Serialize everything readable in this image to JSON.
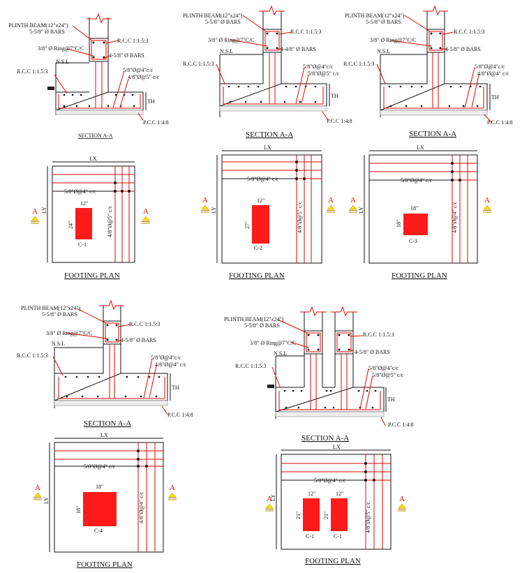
{
  "colors": {
    "line": "#111111",
    "rebar": "#e10600",
    "column_fill": "#ff1a1a",
    "marker": "#ffe000",
    "pcc": "#eeeeee"
  },
  "sections": [
    {
      "title": "SECTION A-A",
      "plinth_beam": "PLINTH BEAM(12\"x24\")",
      "beam_bars": "5-5/8\" Ø BARS",
      "rcc_top": "R.C.C 1:1.5:3",
      "ring": "3/8\" Ø Ring@7\"C/C",
      "col_bars": "4-5/8\" Ø BARS",
      "nsl": "N.S.L",
      "rcc_left": "R.C.C 1:1.5:3",
      "bar_top": "5/8\"Ø@4\"c/c",
      "bar_bot": "4/8\"Ø@5\" c/c",
      "th": "TH",
      "pcc": "P.C.C 1:4:8"
    },
    {
      "title": "SECTION A-A",
      "plinth_beam": "PLINTH BEAM(12\"x24\")",
      "beam_bars": "5-5/8\" Ø BARS",
      "rcc_top": "R.C.C 1:1.5:3",
      "ring": "3/8\" Ø Ring@7\"C/C",
      "col_bars": "4-4/8\" Ø BARS",
      "nsl": "N.S.L",
      "rcc_left": "R.C.C 1:1.5:3",
      "bar_top": "5/8\"Ø@4\"c/c",
      "bar_bot": "5/8\"Ø@5\" c/c",
      "th": "TH",
      "pcc": "P.C.C 1:4:8"
    },
    {
      "title": "SECTION A-A",
      "plinth_beam": "PLINTH BEAM(12\"x24\")",
      "beam_bars": "5-5/8\" Ø BARS",
      "rcc_top": "R.C.C 1:1.5:3",
      "ring": "3/8\" Ø Ring@7\"C/C",
      "col_bars": "4-5/8\" Ø BARS",
      "nsl": "N.S.L",
      "rcc_left": "R.C.C 1:1.5:3",
      "bar_top": "5/8\"Ø@4\"c/c",
      "bar_bot": "4/8\"Ø@4\" c/c",
      "th": "TH",
      "pcc": "P.C.C 1:4:8"
    },
    {
      "title": "SECTION A-A",
      "plinth_beam": "PLINTH BEAM(12\"x24\")",
      "beam_bars": "5-5/8\" Ø BARS",
      "rcc_top": "R.C.C 1:1.5:3",
      "ring": "3/8\" Ø Ring@7\"C/C",
      "col_bars": "4-5/8\" Ø BARS",
      "nsl": "N.S.L",
      "rcc_left": "R.C.C 1:1.5:3",
      "bar_top": "5/8\"Ø@4\"c/c",
      "bar_bot": "4/8\"Ø@4\" c/c",
      "th": "TH",
      "pcc": "P.C.C 1:4:8"
    },
    {
      "title": "SECTION A-A",
      "plinth_beam": "PLINTH BEAM(12\"x24\")",
      "beam_bars": "5-5/8\" Ø BARS",
      "rcc_top": "R.C.C 1:1.5:3",
      "ring": "3/8\" Ø Ring@7\"C/C",
      "col_bars": "4-5/8\" Ø BARS",
      "nsl": "N.S.L",
      "rcc_left": "R.C.C 1:1.5:3",
      "bar_top": "5/8\"Ø@4\"c/c",
      "bar_bot": "5/8\"Ø@5\" c/c",
      "th": "TH",
      "pcc": "P.C.C 1:4:8"
    }
  ],
  "plans": [
    {
      "title": "FOOTING PLAN",
      "lx": "LX",
      "ly": "LY",
      "bar_x": "5/8\"Ø@4\" c/c",
      "bar_y": "4/8\"Ø@5\" c/c",
      "marker": "A",
      "columns": [
        {
          "id": "C-1",
          "w": "12\"",
          "h": "24\""
        }
      ]
    },
    {
      "title": "FOOTING PLAN",
      "lx": "LX",
      "ly": "LY",
      "bar_x": "5/8\"Ø@4\" c/c",
      "bar_y": "4/8\"Ø@5\" c/c",
      "marker": "A",
      "columns": [
        {
          "id": "C-2",
          "w": "12\"",
          "h": "27\""
        }
      ]
    },
    {
      "title": "FOOTING PLAN",
      "lx": "LX",
      "ly": "LY",
      "bar_x": "5/8\"Ø@4\" c/c",
      "bar_y": "4/8\"Ø@4\" c/c",
      "marker": "A",
      "columns": [
        {
          "id": "C-3",
          "w": "18\"",
          "h": "18\""
        }
      ]
    },
    {
      "title": "FOOTING PLAN",
      "lx": "LX",
      "ly": "LY",
      "bar_x": "5/8\"Ø@4\" c/c",
      "bar_y": "4/8\"Ø@4\" c/c",
      "marker": "A",
      "columns": [
        {
          "id": "C-4",
          "w": "18\"",
          "h": "18\""
        }
      ]
    },
    {
      "title": "FOOTING PLAN",
      "lx": "LX",
      "ly": "LY",
      "bar_x": "5/8\"Ø@4\" c/c",
      "bar_y": "4/8\"Ø@5\" c/c",
      "marker": "A",
      "columns": [
        {
          "id": "C-1",
          "w": "12\"",
          "h": "21\""
        },
        {
          "id": "C-1",
          "w": "12\"",
          "h": "21\""
        }
      ]
    }
  ]
}
